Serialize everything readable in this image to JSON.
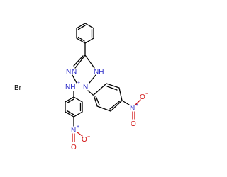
{
  "counter_ion": {
    "label": "Br",
    "charge": "−",
    "color": "#000000"
  },
  "labels": {
    "n_left": "N",
    "n_right": "N",
    "nh_top": "NH",
    "nh_plus": "NH",
    "nh_plus_charge": "+",
    "n_center": "N",
    "n_nitro_right": "N",
    "n_nitro_right_charge": "+",
    "o_nitro_right_1": "O",
    "o_nitro_right_1_charge": "−",
    "o_nitro_right_2": "O",
    "n_nitro_bottom": "N",
    "n_nitro_bottom_charge": "+",
    "o_nitro_bottom_1": "O",
    "o_nitro_bottom_1_charge": "−",
    "o_nitro_bottom_2": "O"
  },
  "colors": {
    "nitrogen": "#2828c8",
    "oxygen": "#d21414",
    "bond": "#000000"
  }
}
